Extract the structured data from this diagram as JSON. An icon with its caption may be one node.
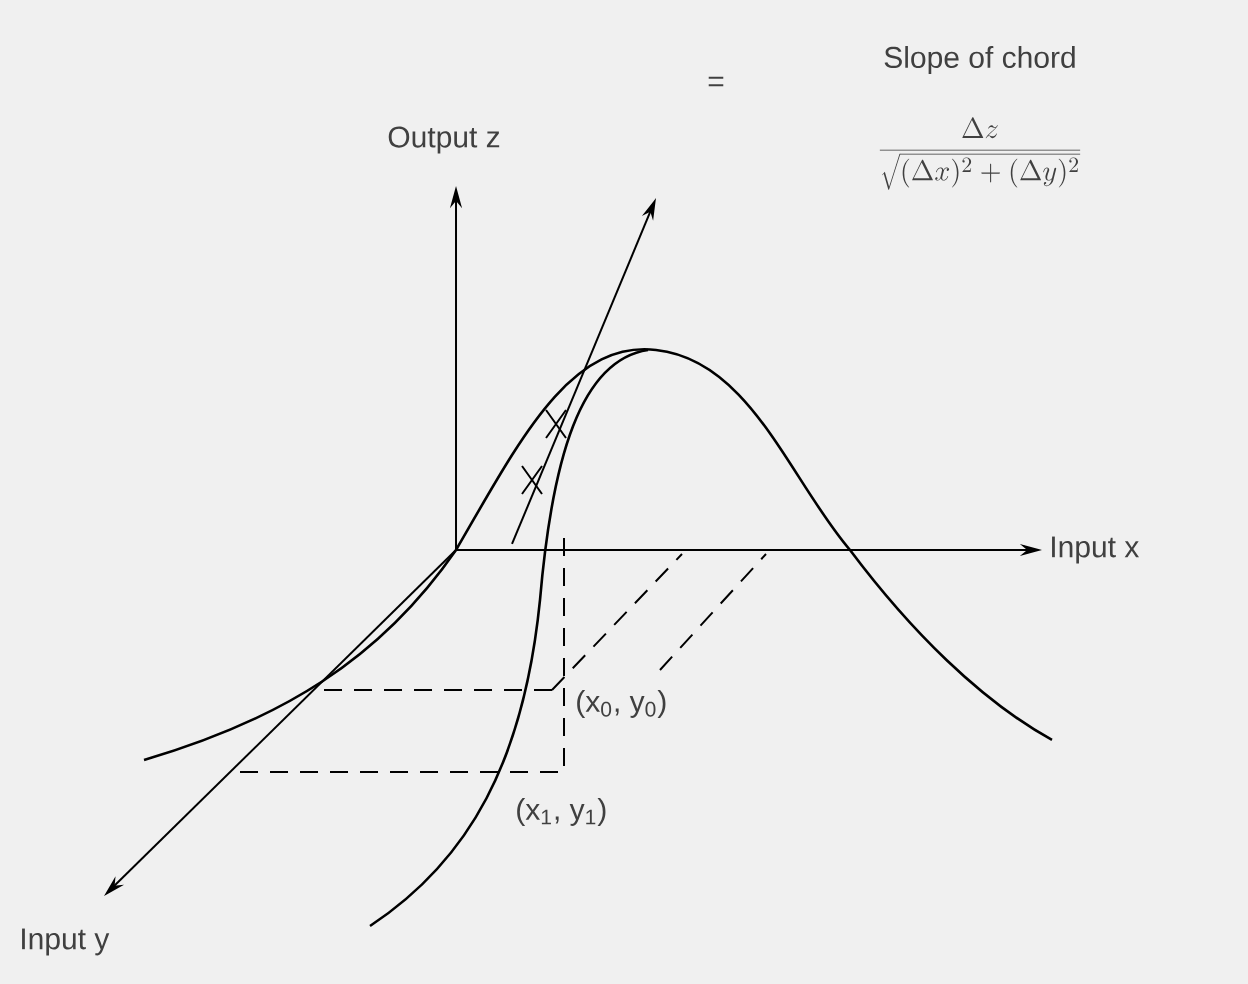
{
  "diagram": {
    "labels": [
      "Slope of chord",
      "Output z",
      "=",
      "\\frac{\\Delta z}{\\sqrt{(\\Delta x)^2 + (\\Delta y)^2}}",
      "Input x",
      "(x$_{0}$, y$_{0}$)",
      "(x$_{1}$, y$_{1}$)",
      "Input y"
    ]
  }
}
